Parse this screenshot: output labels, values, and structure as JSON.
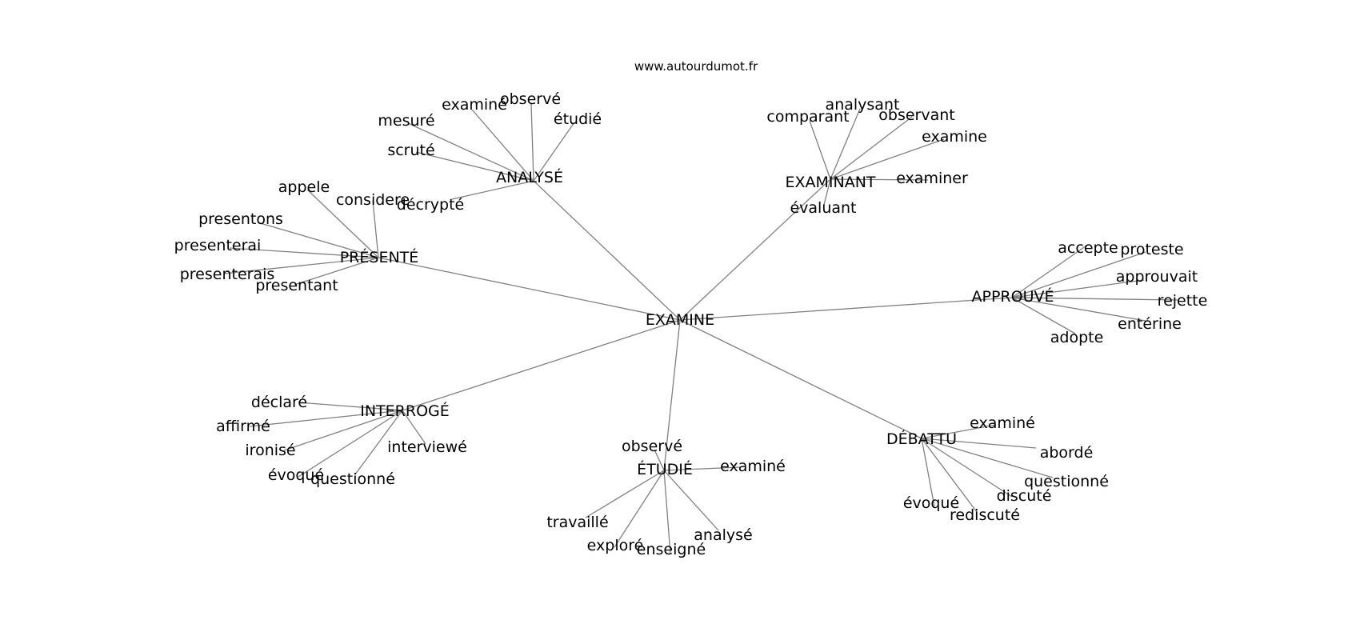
{
  "site": "www.autourdumot.fr",
  "center": "EXAMINE",
  "clusters": [
    {
      "label": "ANALYSÉ",
      "words": [
        "mesuré",
        "examiné",
        "observé",
        "étudié",
        "scruté",
        "décrypté"
      ]
    },
    {
      "label": "EXAMINANT",
      "words": [
        "comparant",
        "analysant",
        "observant",
        "examine",
        "examiner",
        "évaluant"
      ]
    },
    {
      "label": "PRÉSENTÉ",
      "words": [
        "appele",
        "considere",
        "presentons",
        "presenterai",
        "presenterais",
        "presentant"
      ]
    },
    {
      "label": "APPROUVÉ",
      "words": [
        "accepte",
        "proteste",
        "approuvait",
        "rejette",
        "entérine",
        "adopte"
      ]
    },
    {
      "label": "INTERROGÉ",
      "words": [
        "déclaré",
        "affirmé",
        "ironisé",
        "évoqué",
        "questionné",
        "interviewé"
      ]
    },
    {
      "label": "ÉTUDIÉ",
      "words": [
        "observé",
        "examiné",
        "travaillé",
        "exploré",
        "enseigné",
        "analysé"
      ]
    },
    {
      "label": "DÉBATTU",
      "words": [
        "examiné",
        "abordé",
        "questionné",
        "discuté",
        "évoqué",
        "rediscuté"
      ]
    }
  ]
}
